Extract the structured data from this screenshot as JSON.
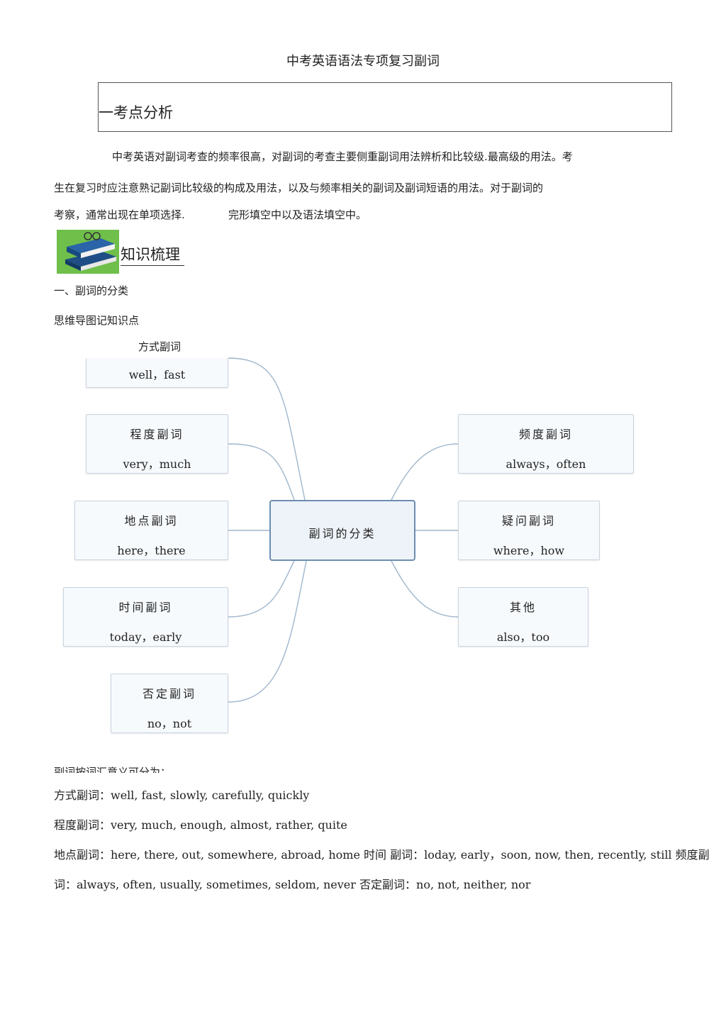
{
  "title": "中考英语语法专项复习副词",
  "section1": "一考点分析",
  "para1_line1": "中考英语对副词考查的频率很高，对副词的考查主要侧重副词用法辨析和比较级.最高级的用法。考",
  "para1_line2": "生在复习时应注意熟记副词比较级的构成及用法，以及与频率相关的副词及副词短语的用法。对于副词的",
  "para1_line3a": "考察，通常出现在单项选择.",
  "para1_line3b": "完形填空中以及语法填空中。",
  "section2": "知识梳理",
  "sub1": "一、副词的分类",
  "sub2": "思维导图记知识点",
  "mindmap": {
    "center": "副词的分类",
    "top_label": "方式副词",
    "nodes": [
      {
        "head": "",
        "value": "well，fast"
      },
      {
        "head": "程度副词",
        "value": "very，much"
      },
      {
        "head": "地点副词",
        "value": "here，there"
      },
      {
        "head": "时间副词",
        "value": "today，early"
      },
      {
        "head": "否定副词",
        "value": "no，not"
      },
      {
        "head": "频度副词",
        "value": "always，often"
      },
      {
        "head": "疑问副词",
        "value": "where，how"
      },
      {
        "head": "其他",
        "value": "also，too"
      }
    ]
  },
  "cut_line": "副词按词汇意义可分为：",
  "list": [
    "方式副词：well, fast, slowly, carefully, quickly",
    "程度副词：very, much, enough, almost, rather, quite",
    "地点副词：here, there, out, somewhere, abroad, home 时间  副词：loday, early，soon, now, then, recently, still 频度副",
    "词：always, often, usually, sometimes, seldom, never 否定副词：no, not, neither, nor"
  ]
}
